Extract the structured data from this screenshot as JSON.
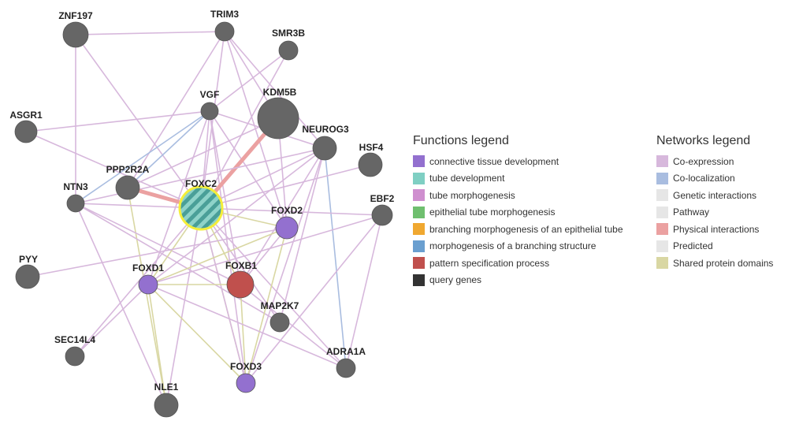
{
  "nodes": [
    {
      "id": "ZNF197",
      "label": "ZNF197",
      "color": "#666666"
    },
    {
      "id": "TRIM3",
      "label": "TRIM3",
      "color": "#666666"
    },
    {
      "id": "SMR3B",
      "label": "SMR3B",
      "color": "#666666"
    },
    {
      "id": "ASGR1",
      "label": "ASGR1",
      "color": "#666666"
    },
    {
      "id": "VGF",
      "label": "VGF",
      "color": "#666666"
    },
    {
      "id": "KDM5B",
      "label": "KDM5B",
      "color": "#666666"
    },
    {
      "id": "NEUROG3",
      "label": "NEUROG3",
      "color": "#666666"
    },
    {
      "id": "HSF4",
      "label": "HSF4",
      "color": "#666666"
    },
    {
      "id": "PPP2R2A",
      "label": "PPP2R2A",
      "color": "#666666"
    },
    {
      "id": "NTN3",
      "label": "NTN3",
      "color": "#666666"
    },
    {
      "id": "FOXC2",
      "label": "FOXC2",
      "color": "#4a9f98"
    },
    {
      "id": "FOXD2",
      "label": "FOXD2",
      "color": "#9370cf"
    },
    {
      "id": "EBF2",
      "label": "EBF2",
      "color": "#666666"
    },
    {
      "id": "PYY",
      "label": "PYY",
      "color": "#666666"
    },
    {
      "id": "FOXD1",
      "label": "FOXD1",
      "color": "#9370cf"
    },
    {
      "id": "FOXB1",
      "label": "FOXB1",
      "color": "#c0504d"
    },
    {
      "id": "MAP2K7",
      "label": "MAP2K7",
      "color": "#666666"
    },
    {
      "id": "SEC14L4",
      "label": "SEC14L4",
      "color": "#666666"
    },
    {
      "id": "ADRA1A",
      "label": "ADRA1A",
      "color": "#666666"
    },
    {
      "id": "FOXD3",
      "label": "FOXD3",
      "color": "#9370cf"
    },
    {
      "id": "NLE1",
      "label": "NLE1",
      "color": "#666666"
    }
  ],
  "edges": [
    {
      "from": "ZNF197",
      "to": "TRIM3",
      "type": "Co-expression"
    },
    {
      "from": "ZNF197",
      "to": "NTN3",
      "type": "Co-expression"
    },
    {
      "from": "ZNF197",
      "to": "FOXC2",
      "type": "Co-expression"
    },
    {
      "from": "TRIM3",
      "to": "KDM5B",
      "type": "Co-expression"
    },
    {
      "from": "TRIM3",
      "to": "NEUROG3",
      "type": "Co-expression"
    },
    {
      "from": "TRIM3",
      "to": "PPP2R2A",
      "type": "Co-expression"
    },
    {
      "from": "TRIM3",
      "to": "FOXD2",
      "type": "Co-expression"
    },
    {
      "from": "TRIM3",
      "to": "FOXC2",
      "type": "Co-expression"
    },
    {
      "from": "SMR3B",
      "to": "VGF",
      "type": "Co-expression"
    },
    {
      "from": "SMR3B",
      "to": "FOXC2",
      "type": "Co-expression"
    },
    {
      "from": "ASGR1",
      "to": "VGF",
      "type": "Co-expression"
    },
    {
      "from": "ASGR1",
      "to": "FOXC2",
      "type": "Co-expression"
    },
    {
      "from": "VGF",
      "to": "NTN3",
      "type": "Co-localization"
    },
    {
      "from": "VGF",
      "to": "PPP2R2A",
      "type": "Co-localization"
    },
    {
      "from": "VGF",
      "to": "FOXC2",
      "type": "Co-expression"
    },
    {
      "from": "VGF",
      "to": "NEUROG3",
      "type": "Co-expression"
    },
    {
      "from": "VGF",
      "to": "FOXD2",
      "type": "Co-expression"
    },
    {
      "from": "VGF",
      "to": "FOXB1",
      "type": "Co-expression"
    },
    {
      "from": "VGF",
      "to": "FOXD1",
      "type": "Co-expression"
    },
    {
      "from": "VGF",
      "to": "FOXD3",
      "type": "Co-expression"
    },
    {
      "from": "KDM5B",
      "to": "FOXC2",
      "type": "Physical interactions"
    },
    {
      "from": "KDM5B",
      "to": "PPP2R2A",
      "type": "Co-expression"
    },
    {
      "from": "KDM5B",
      "to": "FOXD2",
      "type": "Co-expression"
    },
    {
      "from": "NEUROG3",
      "to": "FOXC2",
      "type": "Co-expression"
    },
    {
      "from": "NEUROG3",
      "to": "ADRA1A",
      "type": "Co-localization"
    },
    {
      "from": "NEUROG3",
      "to": "FOXD1",
      "type": "Co-expression"
    },
    {
      "from": "NEUROG3",
      "to": "FOXB1",
      "type": "Co-expression"
    },
    {
      "from": "NEUROG3",
      "to": "FOXD3",
      "type": "Co-expression"
    },
    {
      "from": "NEUROG3",
      "to": "MAP2K7",
      "type": "Co-expression"
    },
    {
      "from": "NEUROG3",
      "to": "NTN3",
      "type": "Co-expression"
    },
    {
      "from": "HSF4",
      "to": "FOXC2",
      "type": "Co-expression"
    },
    {
      "from": "PPP2R2A",
      "to": "FOXC2",
      "type": "Physical interactions"
    },
    {
      "from": "PPP2R2A",
      "to": "NLE1",
      "type": "Shared protein domains"
    },
    {
      "from": "NTN3",
      "to": "FOXC2",
      "type": "Co-expression"
    },
    {
      "from": "NTN3",
      "to": "FOXB1",
      "type": "Co-expression"
    },
    {
      "from": "NTN3",
      "to": "MAP2K7",
      "type": "Co-expression"
    },
    {
      "from": "NTN3",
      "to": "NLE1",
      "type": "Co-expression"
    },
    {
      "from": "FOXC2",
      "to": "FOXD2",
      "type": "Shared protein domains"
    },
    {
      "from": "FOXC2",
      "to": "FOXD1",
      "type": "Shared protein domains"
    },
    {
      "from": "FOXC2",
      "to": "FOXB1",
      "type": "Shared protein domains"
    },
    {
      "from": "FOXC2",
      "to": "FOXD3",
      "type": "Shared protein domains"
    },
    {
      "from": "FOXC2",
      "to": "NLE1",
      "type": "Co-expression"
    },
    {
      "from": "FOXC2",
      "to": "EBF2",
      "type": "Co-expression"
    },
    {
      "from": "FOXC2",
      "to": "MAP2K7",
      "type": "Co-expression"
    },
    {
      "from": "FOXC2",
      "to": "ADRA1A",
      "type": "Co-expression"
    },
    {
      "from": "FOXC2",
      "to": "SEC14L4",
      "type": "Co-expression"
    },
    {
      "from": "FOXC2",
      "to": "FOXD3",
      "type": "Co-expression"
    },
    {
      "from": "FOXD2",
      "to": "FOXD1",
      "type": "Shared protein domains"
    },
    {
      "from": "FOXD2",
      "to": "FOXD3",
      "type": "Shared protein domains"
    },
    {
      "from": "FOXD2",
      "to": "FOXB1",
      "type": "Co-expression"
    },
    {
      "from": "FOXD1",
      "to": "FOXB1",
      "type": "Shared protein domains"
    },
    {
      "from": "FOXD1",
      "to": "FOXD3",
      "type": "Shared protein domains"
    },
    {
      "from": "FOXD1",
      "to": "NLE1",
      "type": "Shared protein domains"
    },
    {
      "from": "FOXD1",
      "to": "SEC14L4",
      "type": "Co-expression"
    },
    {
      "from": "FOXD1",
      "to": "EBF2",
      "type": "Co-expression"
    },
    {
      "from": "FOXB1",
      "to": "FOXD3",
      "type": "Shared protein domains"
    },
    {
      "from": "EBF2",
      "to": "ADRA1A",
      "type": "Co-expression"
    },
    {
      "from": "EBF2",
      "to": "FOXD3",
      "type": "Co-expression"
    },
    {
      "from": "PYY",
      "to": "FOXD2",
      "type": "Co-expression"
    },
    {
      "from": "ADRA1A",
      "to": "FOXB1",
      "type": "Co-expression"
    },
    {
      "from": "ADRA1A",
      "to": "FOXD1",
      "type": "Co-expression"
    }
  ],
  "functions_legend": {
    "title": "Functions legend",
    "items": [
      {
        "label": "connective tissue development",
        "color": "#9370cf"
      },
      {
        "label": "tube development",
        "color": "#7fcfc3"
      },
      {
        "label": "tube morphogenesis",
        "color": "#cf8fcf"
      },
      {
        "label": "epithelial tube morphogenesis",
        "color": "#6fbf6f"
      },
      {
        "label": "branching morphogenesis of an epithelial tube",
        "color": "#f0a830"
      },
      {
        "label": "morphogenesis of a branching structure",
        "color": "#6a9fd0"
      },
      {
        "label": "pattern specification process",
        "color": "#c0504d"
      },
      {
        "label": "query genes",
        "color": "#333333"
      }
    ]
  },
  "networks_legend": {
    "title": "Networks legend",
    "items": [
      {
        "label": "Co-expression",
        "color": "#d7b8dc"
      },
      {
        "label": "Co-localization",
        "color": "#a9bde0"
      },
      {
        "label": "Genetic interactions",
        "color": "#e6e6e6"
      },
      {
        "label": "Pathway",
        "color": "#e6e6e6"
      },
      {
        "label": "Physical interactions",
        "color": "#eba1a1"
      },
      {
        "label": "Predicted",
        "color": "#e6e6e6"
      },
      {
        "label": "Shared protein domains",
        "color": "#d9d7a3"
      }
    ]
  }
}
